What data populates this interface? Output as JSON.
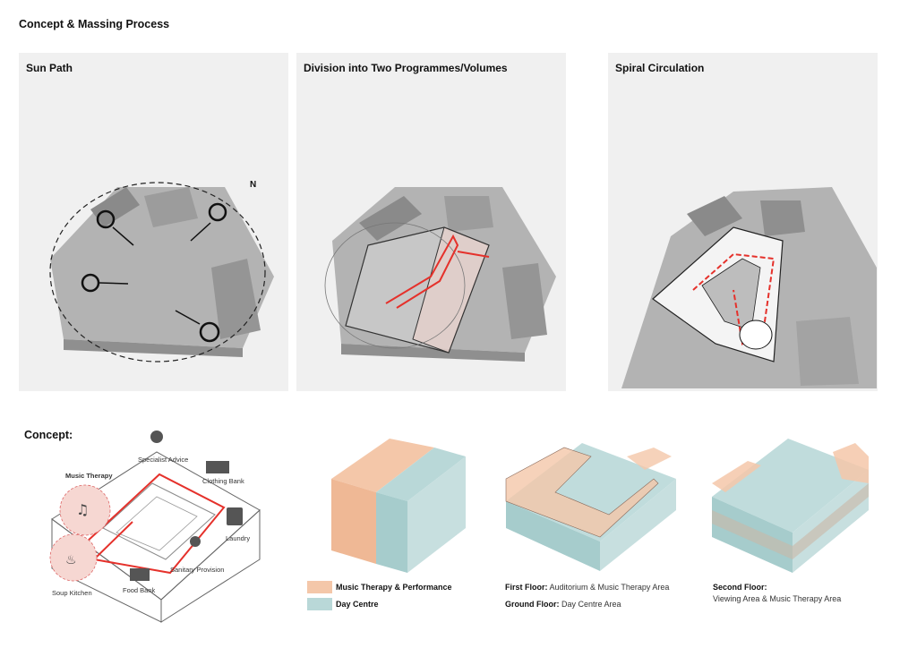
{
  "page": {
    "title": "Concept & Massing Process"
  },
  "panels": [
    {
      "title": "Sun Path",
      "annotation": "N"
    },
    {
      "title": "Division into Two Programmes/Volumes"
    },
    {
      "title": "Spiral Circulation"
    }
  ],
  "concept": {
    "title": "Concept:",
    "labels": {
      "specialist_advice": "Specialist Advice",
      "music_therapy": "Music Therapy",
      "clothing_bank": "Clothing Bank",
      "laundry": "Laundry",
      "sanitary_provision": "Sanitary Provision",
      "food_bank": "Food Bank",
      "soup_kitchen": "Soup Kitchen"
    }
  },
  "legend": [
    {
      "label": "Music Therapy & Performance",
      "color": "#f4c7a9"
    },
    {
      "label": "Day Centre",
      "color": "#b9d8d8"
    }
  ],
  "floors": {
    "first_bold": "First Floor:",
    "first_text": " Auditorium & Music Therapy Area",
    "ground_bold": "Ground Floor:",
    "ground_text": " Day Centre Area",
    "second_bold": "Second Floor:",
    "second_text": "Viewing Area & Music Therapy Area"
  },
  "colors": {
    "accent_red": "#e5312b",
    "panel_bg": "#f0f0f0",
    "model_grey": "#a9a9a9"
  }
}
